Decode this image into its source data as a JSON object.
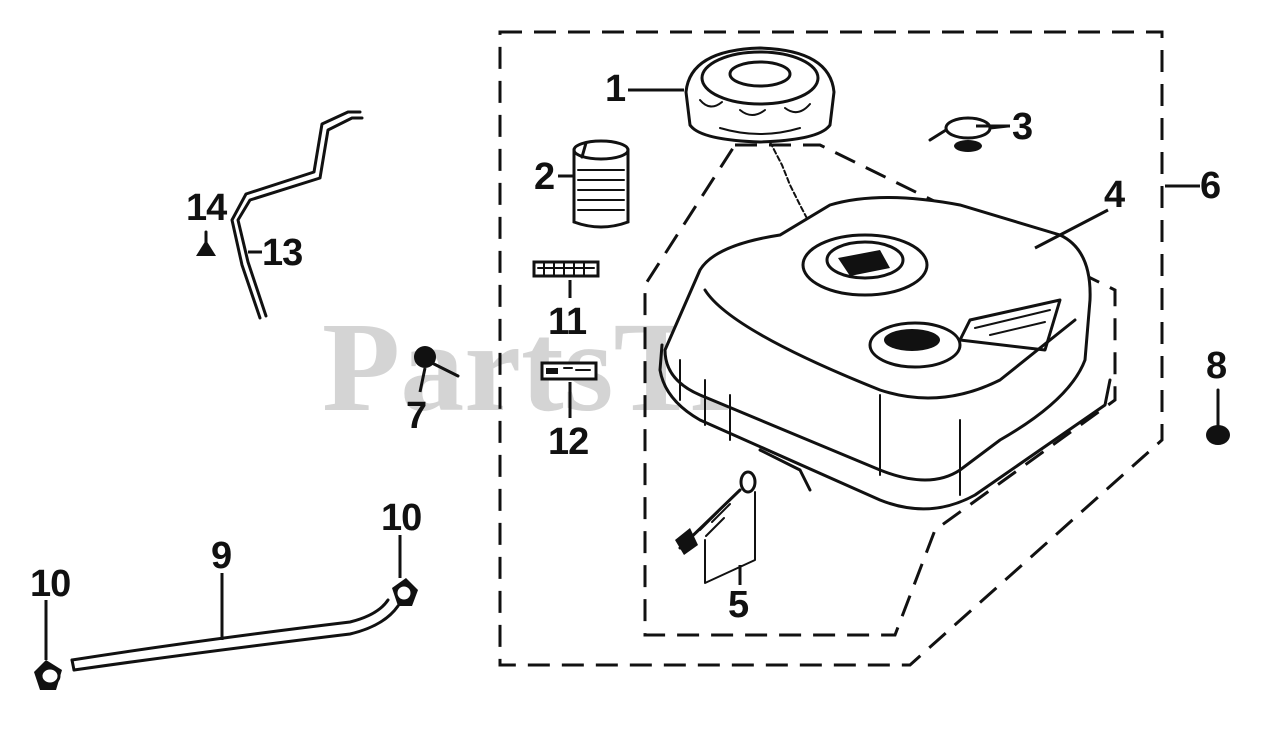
{
  "watermark": "PartsTree",
  "callouts": {
    "c1": "1",
    "c2": "2",
    "c3": "3",
    "c4": "4",
    "c5": "5",
    "c6": "6",
    "c7": "7",
    "c8": "8",
    "c9": "9",
    "c10a": "10",
    "c10b": "10",
    "c11": "11",
    "c12": "12",
    "c13": "13",
    "c14": "14"
  }
}
